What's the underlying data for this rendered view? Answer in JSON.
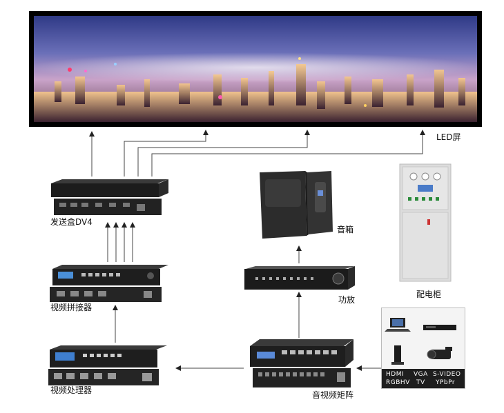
{
  "labels": {
    "led_screen": "LED屏",
    "sender_box": "发送盒DV4",
    "video_splicer": "视频拼接器",
    "video_processor": "视频处理器",
    "speaker": "音箱",
    "amplifier": "功放",
    "av_matrix": "音视频矩阵",
    "distribution_cabinet": "配电柜"
  },
  "sources": {
    "row1": [
      "HDMI",
      "VGA",
      "S-VIDEO"
    ],
    "row2": [
      "RGBHV",
      "TV",
      "YPbPr"
    ]
  }
}
